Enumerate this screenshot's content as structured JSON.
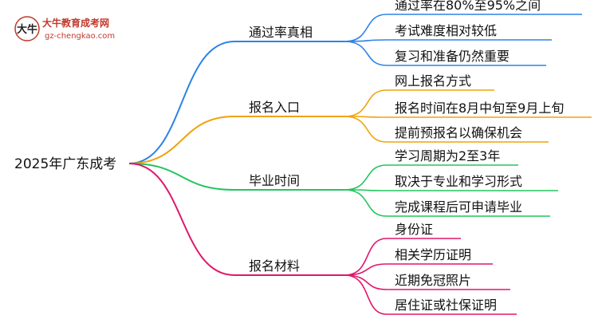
{
  "logo": {
    "name": "大牛教育成考网",
    "url": "gz-chengkao.com",
    "mark": "大牛",
    "color": "#c0392b"
  },
  "root": {
    "label": "2025年广东成考"
  },
  "branches": [
    {
      "label": "通过率真相",
      "color": "#2b83e6",
      "leaves": [
        "通过率在80%至95%之间",
        "考试难度相对较低",
        "复习和准备仍然重要"
      ]
    },
    {
      "label": "报名入口",
      "color": "#f0a30a",
      "leaves": [
        "网上报名方式",
        "报名时间在8月中旬至9月上旬",
        "提前预报名以确保机会"
      ]
    },
    {
      "label": "毕业时间",
      "color": "#22c55e",
      "leaves": [
        "学习周期为2至3年",
        "取决于专业和学习形式",
        "完成课程后可申请毕业"
      ]
    },
    {
      "label": "报名材料",
      "color": "#e0176b",
      "leaves": [
        "身份证",
        "相关学历证明",
        "近期免冠照片",
        "居住证或社保证明"
      ]
    }
  ]
}
